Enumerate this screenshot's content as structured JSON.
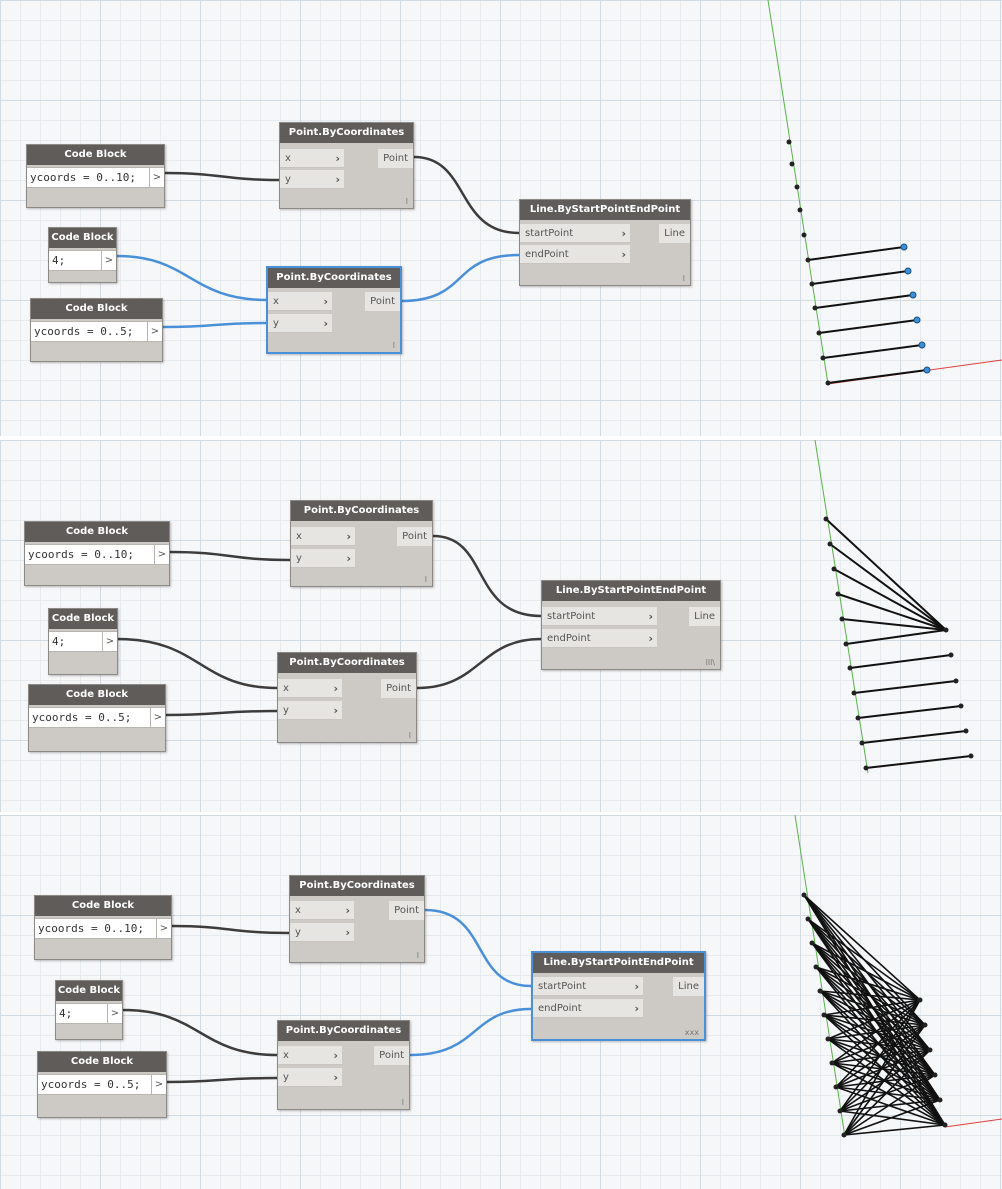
{
  "nodes": {
    "code_block_title": "Code Block",
    "point_title": "Point.ByCoordinates",
    "line_title": "Line.ByStartPointEndPoint",
    "code_ycoords_10": "ycoords = 0..10;",
    "code_four": "4;",
    "code_ycoords_5": "ycoords = 0..5;",
    "out_arrow": ">",
    "port_x": "x",
    "port_y": "y",
    "port_point": "Point",
    "port_start": "startPoint",
    "port_end": "endPoint",
    "port_line": "Line",
    "chevron": "›"
  },
  "panels": [
    {
      "lacing": "l"
    },
    {
      "lacing": "lll\\"
    },
    {
      "lacing": "xxx"
    }
  ],
  "colors": {
    "wire_default": "#3c3c3c",
    "wire_selected": "#4a90d9",
    "node_header": "#5f5c59",
    "node_body": "#cdcac5",
    "axis_green": "#5ab24a",
    "axis_red": "#e04040"
  }
}
